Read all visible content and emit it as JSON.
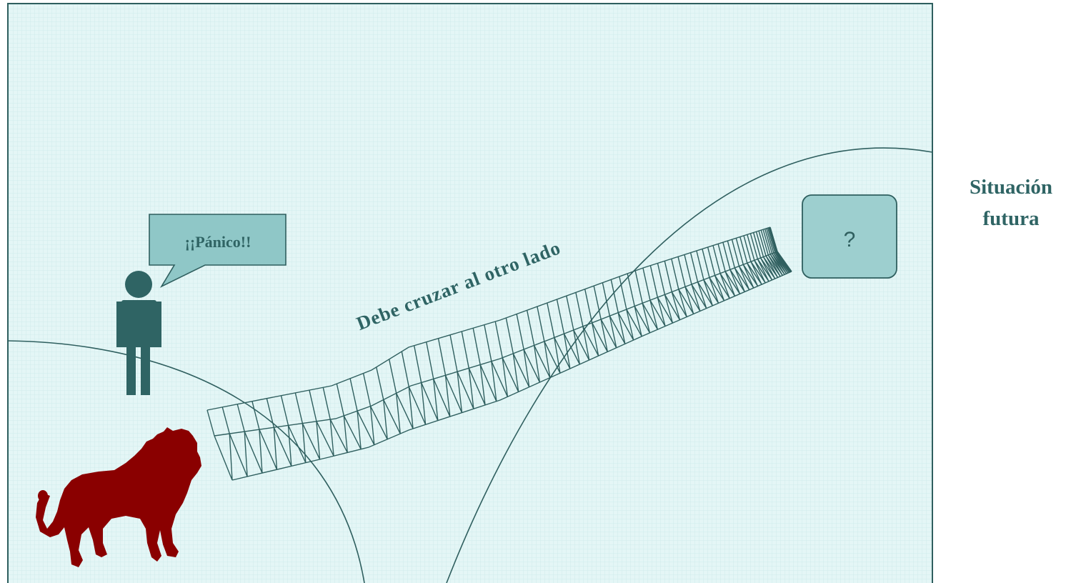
{
  "scene": {
    "speech_bubble_text": "¡¡Pánico!!",
    "path_caption": "Debe cruzar al otro lado",
    "unknown_box_text": "?",
    "side_title_line1": "Situación",
    "side_title_line2": "futura"
  },
  "icons": {
    "person": "person-icon",
    "lion": "lion-icon",
    "bridge": "bridge-icon"
  },
  "colors": {
    "frame_stroke": "#2f5f5f",
    "panel_fill": "#e4f6f6",
    "grid_line": "#c9e8e8",
    "person_fill": "#2f6464",
    "bubble_fill": "#8fc7c7",
    "box_fill": "#9dcfcf",
    "lion_fill": "#8a0000",
    "text_teal": "#2f6464"
  }
}
